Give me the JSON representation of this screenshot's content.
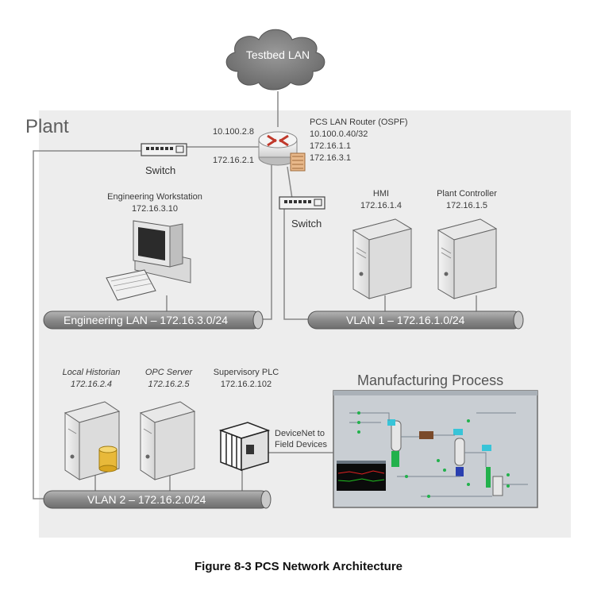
{
  "plant_label": "Plant",
  "cloud": {
    "label": "Testbed LAN"
  },
  "router": {
    "label": "PCS LAN Router (OSPF)",
    "addresses": [
      "10.100.0.40/32",
      "172.16.1.1",
      "172.16.3.1"
    ],
    "left_upper_ip": "10.100.2.8",
    "left_lower_ip": "172.16.2.1"
  },
  "switch_left": {
    "label": "Switch"
  },
  "switch_center": {
    "label": "Switch"
  },
  "eng_workstation": {
    "name": "Engineering Workstation",
    "ip": "172.16.3.10"
  },
  "hmi": {
    "name": "HMI",
    "ip": "172.16.1.4"
  },
  "plant_controller": {
    "name": "Plant Controller",
    "ip": "172.16.1.5"
  },
  "buses": {
    "engineering": "Engineering LAN – 172.16.3.0/24",
    "vlan1": "VLAN 1 – 172.16.1.0/24",
    "vlan2": "VLAN 2 – 172.16.2.0/24"
  },
  "historian": {
    "name": "Local Historian",
    "ip": "172.16.2.4"
  },
  "opc": {
    "name": "OPC Server",
    "ip": "172.16.2.5"
  },
  "plc": {
    "name": "Supervisory PLC",
    "ip": "172.16.2.102"
  },
  "devicenet": {
    "line1": "DeviceNet to",
    "line2": "Field Devices"
  },
  "manufacturing": {
    "title": "Manufacturing Process"
  },
  "caption": "Figure 8-3 PCS Network Architecture",
  "colors": {
    "plant_bg": "#ededed",
    "bus": "#8c8c8c",
    "cloud": "#7a7a7a",
    "router_arrow": "#c0392b",
    "hmi_bg": "#c9ced3"
  }
}
